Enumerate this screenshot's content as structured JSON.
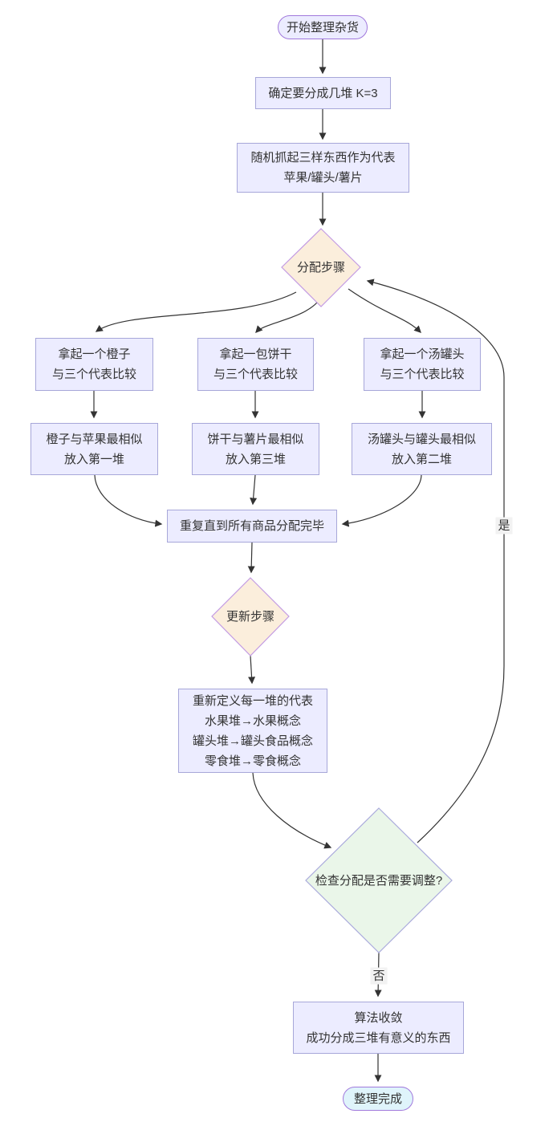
{
  "flowchart": {
    "nodes": {
      "start": "开始整理杂货",
      "set_k": "确定要分成几堆 K=3",
      "pick_representatives": "随机抓起三样东西作为代表\n苹果/罐头/薯片",
      "assign_step": "分配步骤",
      "pick_orange": "拿起一个橙子\n与三个代表比较",
      "pick_biscuit": "拿起一包饼干\n与三个代表比较",
      "pick_soup": "拿起一个汤罐头\n与三个代表比较",
      "orange_pile": "橙子与苹果最相似\n放入第一堆",
      "biscuit_pile": "饼干与薯片最相似\n放入第三堆",
      "soup_pile": "汤罐头与罐头最相似\n放入第二堆",
      "repeat_all": "重复直到所有商品分配完毕",
      "update_step": "更新步骤",
      "redefine": "重新定义每一堆的代表\n水果堆→水果概念\n罐头堆→罐头食品概念\n零食堆→零食概念",
      "check": "检查分配是否需要调整?",
      "converged": "算法收敛\n成功分成三堆有意义的东西",
      "end": "整理完成"
    },
    "edge_labels": {
      "yes": "是",
      "no": "否"
    }
  },
  "colors": {
    "rect_fill": "#ECECFF",
    "rect_border": "#A7A7D9",
    "pill_border": "#A179DC",
    "end_fill": "#DFF4FB",
    "diamond_fill": "#FBEEDC",
    "diamond_border": "#C39BE3",
    "check_fill": "#EAF6E9",
    "check_border": "#ABABDC",
    "edge_color": "#333333",
    "label_bg": "#F2F2F2",
    "text_color": "#333333"
  }
}
